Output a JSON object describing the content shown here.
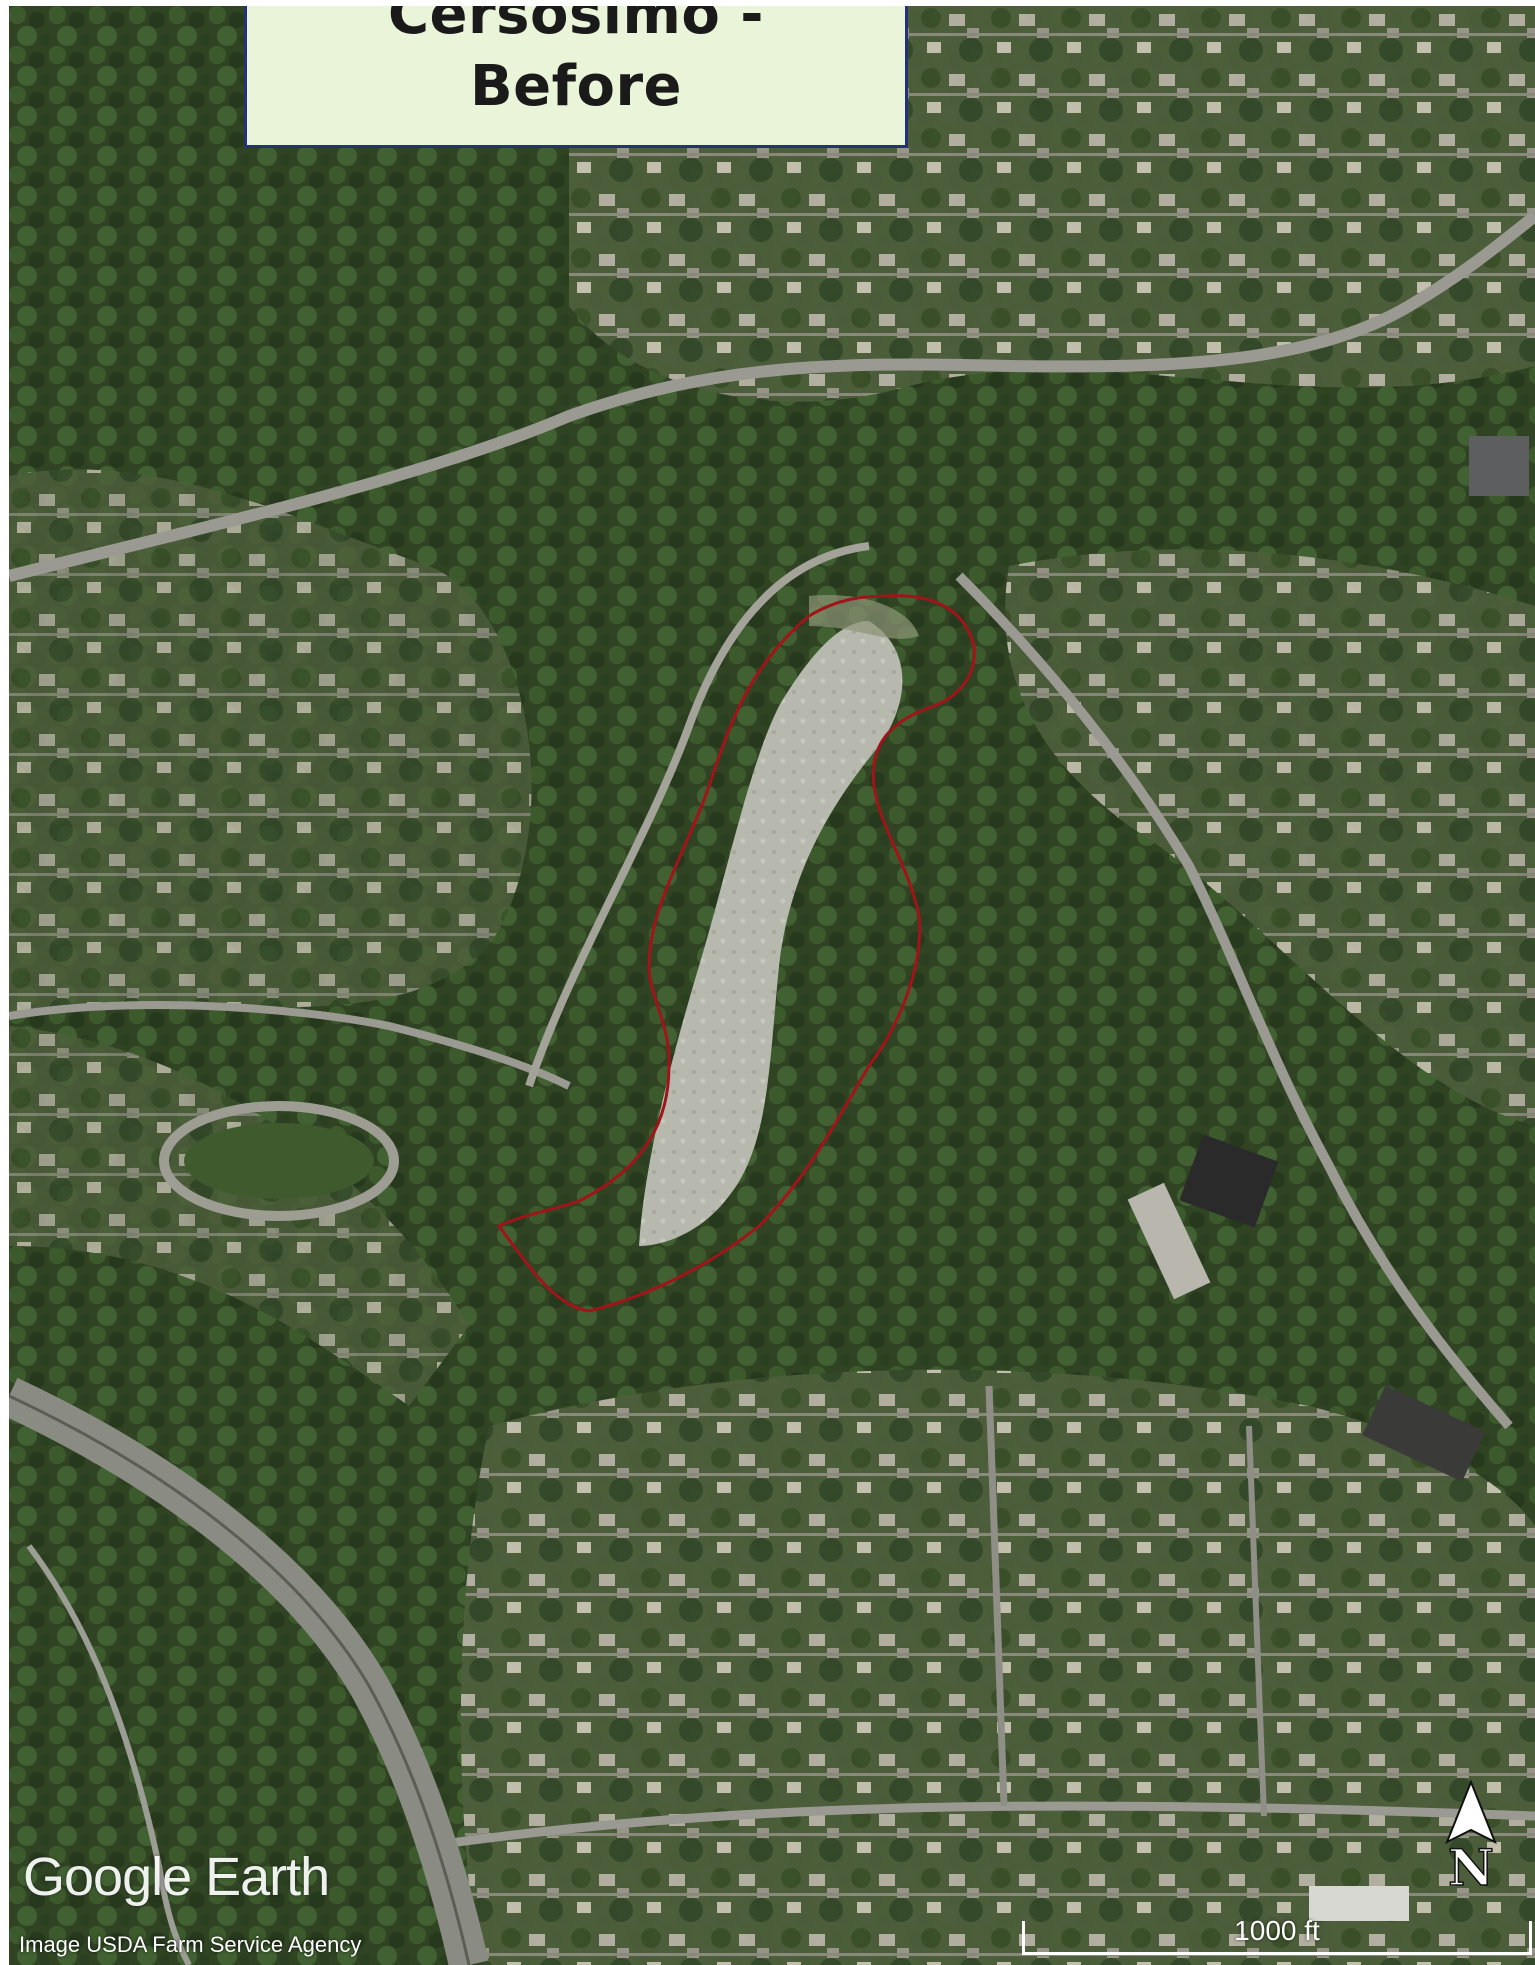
{
  "title": {
    "line1": "Cersosimo -",
    "line2": "Before"
  },
  "logo": "Google Earth",
  "credit": "Image USDA Farm Service Agency",
  "scale": {
    "label": "1000 ft"
  },
  "north_arrow": {
    "label": "N"
  },
  "colors": {
    "site_boundary": "#a0141a",
    "title_background": "#eaf4d8",
    "title_border": "#24307a",
    "forest": "#2f4a22",
    "clearing": "#b9bab0",
    "road": "#9a9a92"
  }
}
